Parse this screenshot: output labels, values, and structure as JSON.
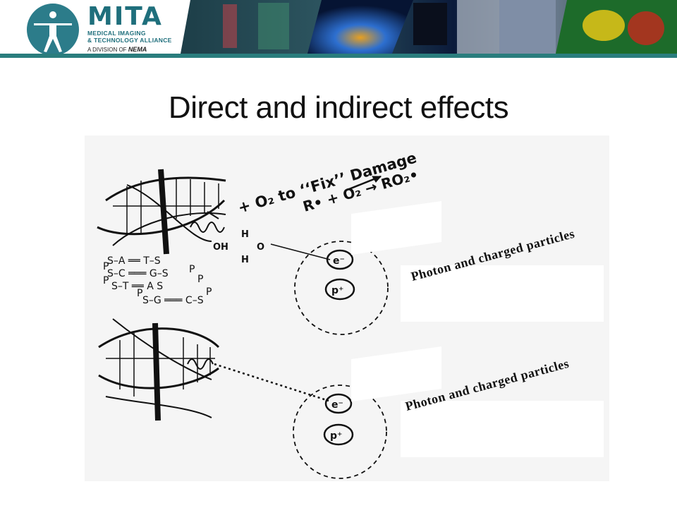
{
  "header": {
    "logo_title": "MITA",
    "logo_line1": "MEDICAL IMAGING",
    "logo_line2": "& TECHNOLOGY ALLIANCE",
    "logo_division_prefix": "A DIVISION OF",
    "logo_division_org": "NEMA",
    "accent_color": "#2a7d7d"
  },
  "slide": {
    "title": "Direct and indirect effects"
  },
  "diagram": {
    "top_reaction_line1": "+ O₂ to ‘‘Fix’’ Damage",
    "top_reaction_line2": "R• + O₂ → RO₂•",
    "water_h_top": "H",
    "water_o": "O",
    "water_h_bottom": "H",
    "hydroxyl": "OH",
    "electron_label": "e⁻",
    "proton_label": "p⁺",
    "base_pairs": [
      "S–A ══ T–S",
      "S–C ═══ G–S",
      "S–T ══ A S",
      "S–G ═══ C–S"
    ],
    "phosphates": "P",
    "caption_top": "Photon and charged particles",
    "caption_bottom": "Photon and charged particles"
  }
}
